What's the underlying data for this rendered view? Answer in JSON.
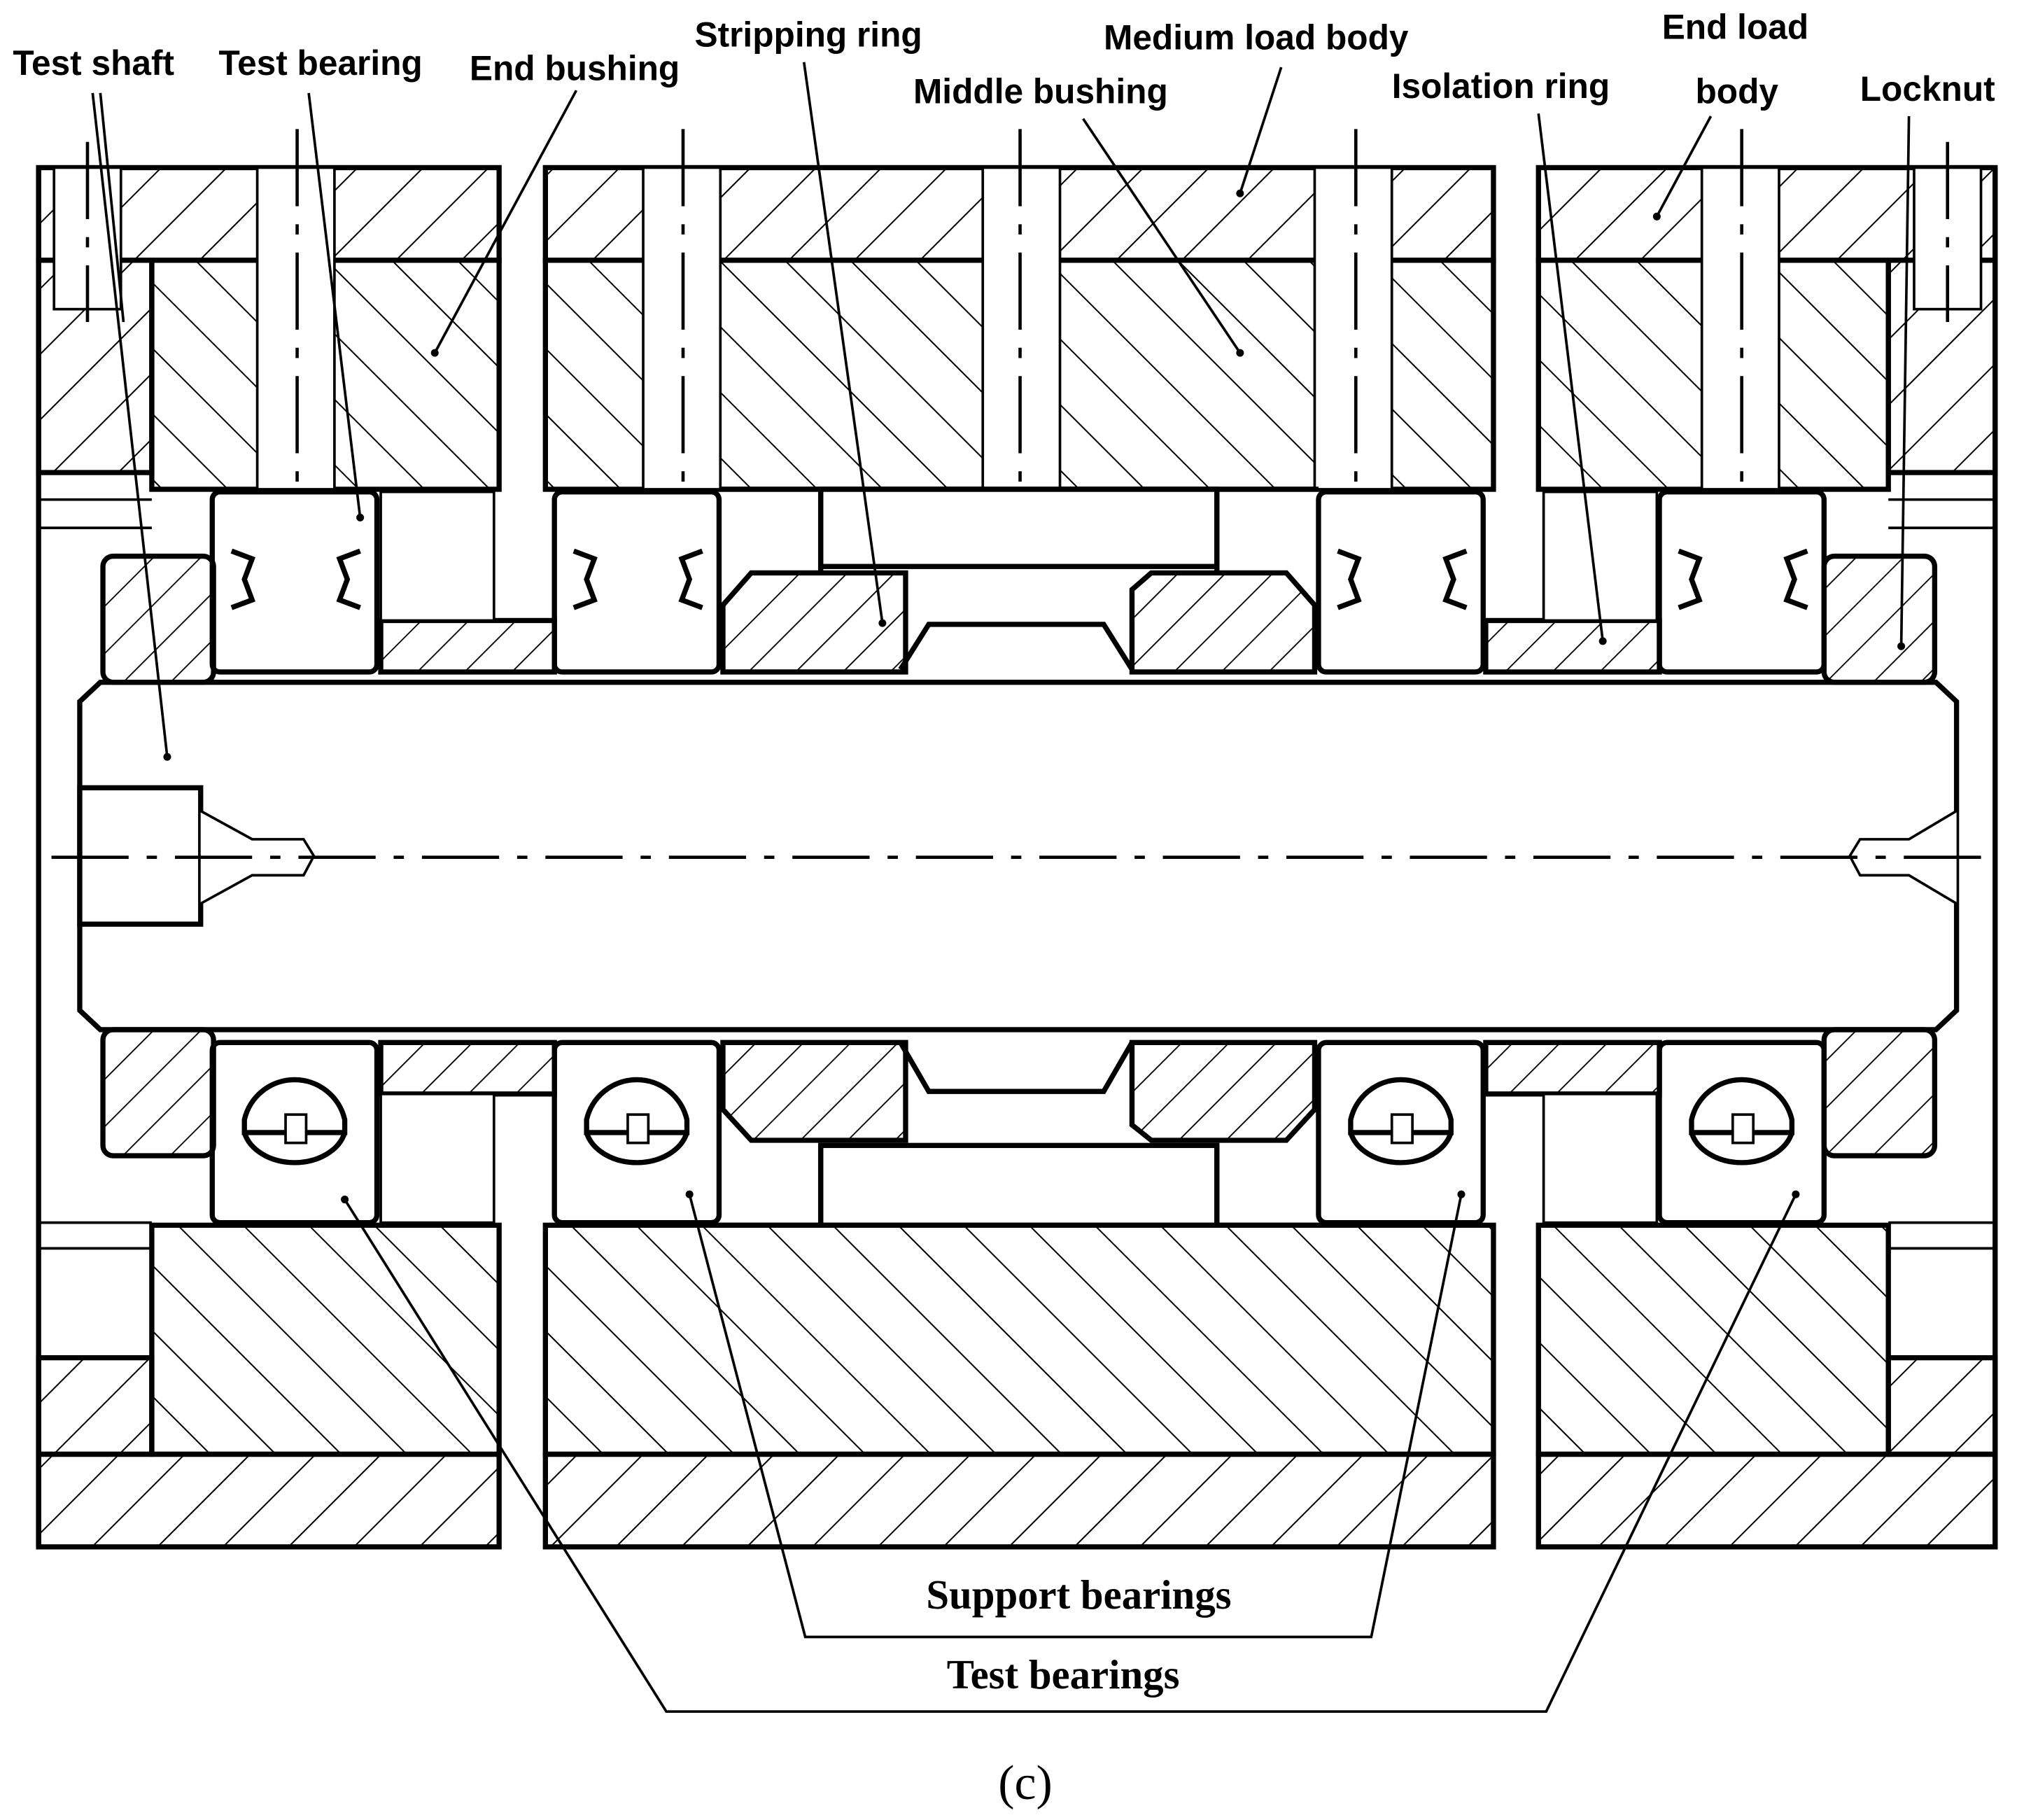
{
  "labels": {
    "test_shaft": "Test shaft",
    "test_bearing": "Test bearing",
    "end_bushing": "End bushing",
    "stripping_ring": "Stripping ring",
    "medium_load_body": "Medium load body",
    "middle_bushing": "Middle bushing",
    "isolation_ring": "Isolation ring",
    "end_load_body_line1": "End load",
    "end_load_body_line2": "body",
    "locknut": "Locknut",
    "support_bearings": "Support bearings",
    "test_bearings": "Test bearings"
  },
  "caption": "(c)"
}
